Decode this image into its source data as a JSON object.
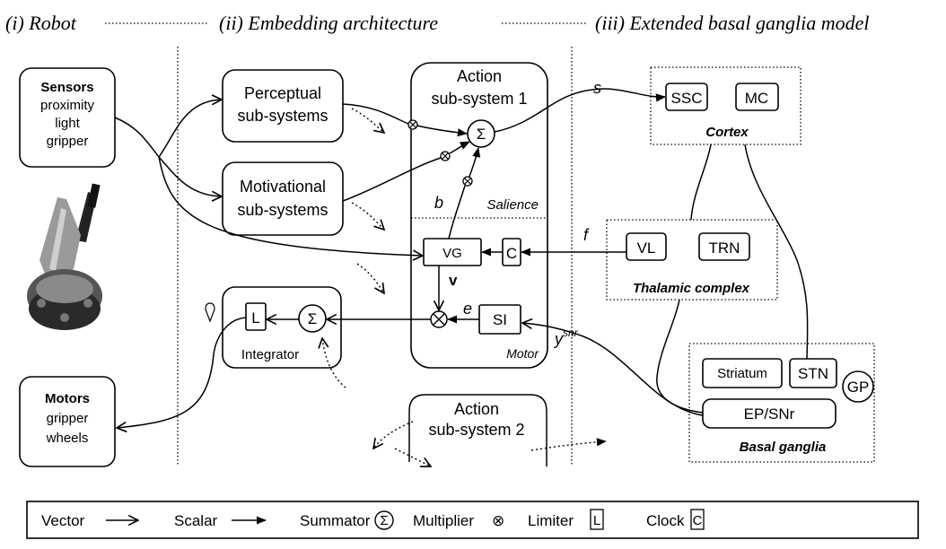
{
  "headings": {
    "robot": "(i) Robot",
    "embedding": "(ii) Embedding architecture",
    "basal": "(iii) Extended basal ganglia model"
  },
  "robot": {
    "sensors_title": "Sensors",
    "sensors_items": [
      "proximity",
      "light",
      "gripper"
    ],
    "motors_title": "Motors",
    "motors_items": [
      "gripper",
      "wheels"
    ]
  },
  "embedding": {
    "perceptual": [
      "Perceptual",
      "sub-systems"
    ],
    "motivational": [
      "Motivational",
      "sub-systems"
    ],
    "action1": [
      "Action",
      "sub-system 1"
    ],
    "action2": [
      "Action",
      "sub-system 2"
    ],
    "salience": "Salience",
    "motor": "Motor",
    "vg": "VG",
    "clock": "C",
    "si": "SI",
    "limiter": "L",
    "integrator": "Integrator",
    "sum_symbol": "Σ",
    "label_b": "b",
    "label_v": "v",
    "label_e": "e",
    "label_s": "s",
    "label_f": "f",
    "label_y": "y",
    "label_y_sup": "snr"
  },
  "basal_model": {
    "cortex": {
      "name": "Cortex",
      "nodes": [
        "SSC",
        "MC"
      ]
    },
    "thalamic": {
      "name": "Thalamic complex",
      "nodes": [
        "VL",
        "TRN"
      ]
    },
    "basal": {
      "name": "Basal ganglia",
      "nodes": [
        "Striatum",
        "STN",
        "GP",
        "EP/SNr"
      ]
    }
  },
  "legend": [
    {
      "label": "Vector"
    },
    {
      "label": "Scalar"
    },
    {
      "label": "Summator",
      "symbol": "Σ"
    },
    {
      "label": "Multiplier",
      "symbol": "⊗"
    },
    {
      "label": "Limiter",
      "symbol": "L"
    },
    {
      "label": "Clock",
      "symbol": "C"
    }
  ]
}
